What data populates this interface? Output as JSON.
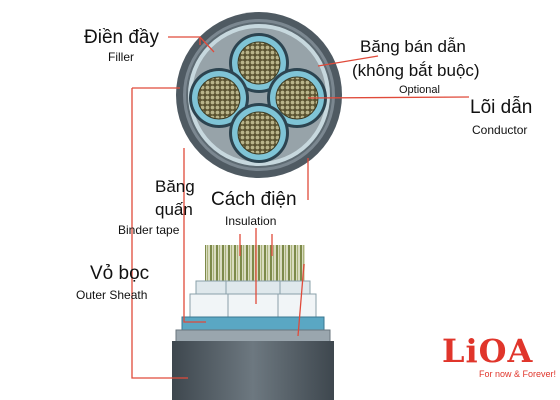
{
  "labels": {
    "filler_vi": "Điền đầy",
    "filler_en": "Filler",
    "semitape_vi_1": "Băng bán dẫn",
    "semitape_vi_2": "(không bắt buộc)",
    "semitape_en": "Optional",
    "conductor_vi": "Lõi dẫn",
    "conductor_en": "Conductor",
    "binder_vi_1": "Băng",
    "binder_vi_2": "quấn",
    "binder_en": "Binder tape",
    "insulation_vi": "Cách điện",
    "insulation_en": "Insulation",
    "sheath_vi": "Vỏ bọc",
    "sheath_en": "Outer Sheath"
  },
  "logo": {
    "text": "LiOA",
    "tagline": "For now & Forever!"
  },
  "colors": {
    "leader_line": "#e04a3a",
    "sheath": "#5b6670",
    "filler": "#8f9aa1",
    "insulation": "#86c8d8",
    "conductor": "#8a7a3a",
    "brand": "#e0352b"
  }
}
